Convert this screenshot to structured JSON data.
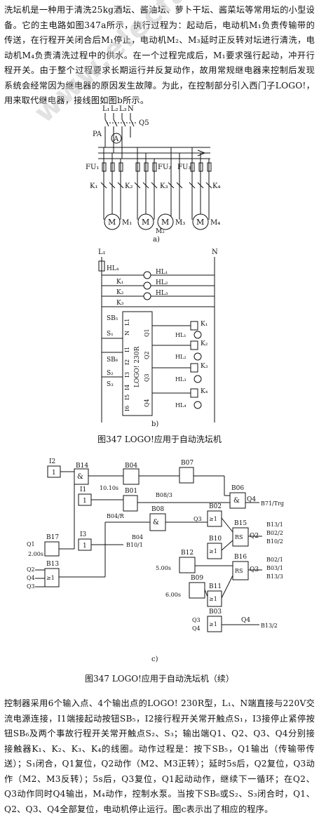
{
  "intro_text": "洗坛机是一种用于清洗25kg酒坛、酱油坛、萝卜干坛、酱菜坛等常用坛的小型设备。它的主电路如图347a所示，执行过程为：起动后，电动机M₁负责传输带的传送，在行程开关闭合后M₁停止，电动机M₂、M₃延时正反转对坛进行清洗，电动机M₄负责清洗过程中的供水。在一个过程完成后，M₁要求强行起动，冲开行程开关。由于整个过程要求长期运行并反复动作，故用常规继电器来控制后发现系统会经常因为继电器的原因发生故障。为此，在控制部分引入西门子LOGO!，用来取代继电器，接线图如图b所示。",
  "watermark": "www.elecfans.com",
  "fig_a": {
    "supply_labels": [
      "L₁",
      "L₂",
      "L₃",
      "N"
    ],
    "switch_label": "Q5",
    "ammeter": "PA",
    "ammeter_symbol": "A",
    "fuses": [
      "FU₁",
      "FU₂",
      "FU₃"
    ],
    "contactors": [
      "K₁",
      "K₂",
      "K₃",
      "K₄"
    ],
    "motors": [
      "M₁",
      "M₂",
      "M₃",
      "M₄"
    ],
    "motor_symbol": "M",
    "sub": "a)"
  },
  "fig_b": {
    "l1": "L₁",
    "n": "N",
    "lamps": [
      "HL₄",
      "HL₁",
      "HL₂",
      "HL₃"
    ],
    "contacts": [
      "K₁",
      "K₂",
      "K₃"
    ],
    "switches": [
      "SB₅",
      "S₁",
      "SB₆",
      "S₂",
      "S₃"
    ],
    "inputs": [
      "I1",
      "I2",
      "I3",
      "I4",
      "I5",
      "I6"
    ],
    "supply_pins": [
      "L1",
      "N"
    ],
    "outputs": [
      "Q1",
      "Q2",
      "Q3",
      "Q4"
    ],
    "logo": "LOGO! 230R",
    "coils": [
      "K₁",
      "K₂",
      "K₃",
      "K₄"
    ],
    "output_lamps": [
      "HL₁",
      "HL₂",
      "HL₃",
      "HL₄"
    ],
    "sub": "b)"
  },
  "caption_1": "图347  LOGO!应用于自动洗坛机",
  "fig_c": {
    "inputs": [
      "I2",
      "I1",
      "I3"
    ],
    "input_symbol": "1",
    "outputs": [
      "Q1",
      "Q2",
      "Q3",
      "Q4"
    ],
    "blocks": [
      "B14",
      "B04",
      "B07",
      "B01",
      "B06",
      "B02",
      "B08",
      "B15",
      "B10",
      "B12",
      "B16",
      "B17",
      "B13",
      "B09",
      "B11",
      "B03"
    ],
    "ops": {
      "and": "&",
      "or": "≥1",
      "rs": "RS",
      "not": "1",
      "pulse": "1"
    },
    "params": [
      "10.10s",
      "2.00s",
      "5.00s",
      "6.00s"
    ],
    "refs": [
      "B08/3",
      "B04/R",
      "B04",
      "B10/1",
      "B71/Trg",
      "B13/1",
      "B02/2",
      "B10/2",
      "B02/1",
      "B03/1",
      "B13/3",
      "B13/2"
    ],
    "sub": "c)"
  },
  "caption_2": "图347  LOGO!应用于自动洗坛机（续）",
  "outro_text": "控制器采用6个输入点、4个输出点的LOGO! 230R型，L₁、N端直接与220V交流电源连接，I1端接起动按钮SB₅，I2接行程开关常开触点S₁，I3接停止紧停按钮SB₆及两个事故行程开关常开触点S₂、S₃；输出端Q1、Q2、Q3、Q4分别接接触器K₁、K₂、K₃、K₄的线圈。动作过程是：按下SB₅，Q1输出（传输带传送）；S₁闭合，Q1复位，Q2动作（M2、M3正转）；延时5s后，Q2复位，Q3动作（M2、M3反转）；5s后，Q3复位，Q1起动动作，继续下一循环；在Q2、Q3动作同时Q4输出，M₄动作，控制水泵。当按下SB₆或S₂、S₃闭合时，Q1、Q2、Q3、Q4全部复位，电动机停止运行。图c表示出了相应的程序。"
}
